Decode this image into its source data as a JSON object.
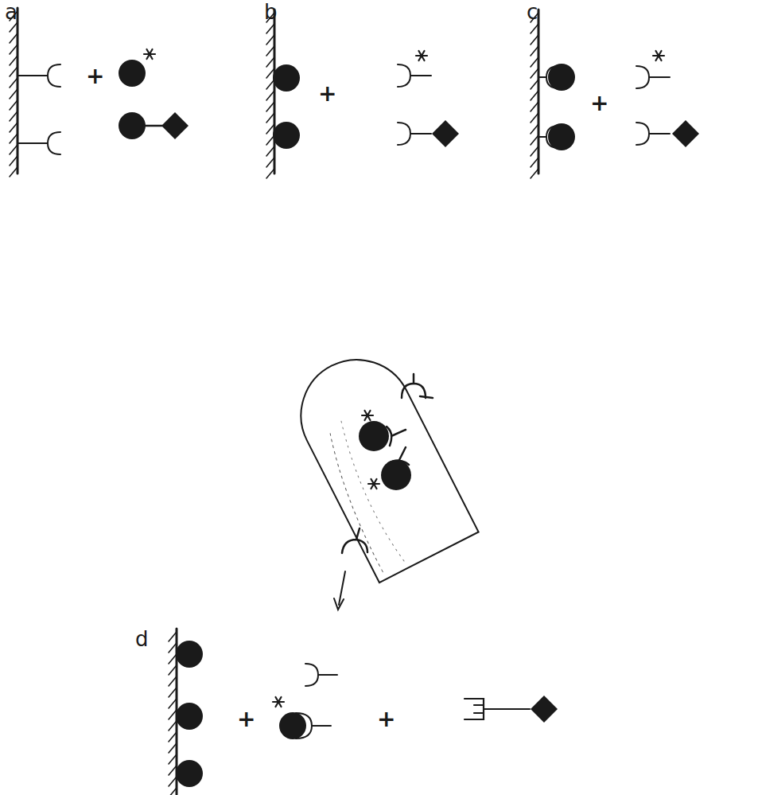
{
  "diagram": {
    "labels": [
      "a",
      "+",
      "b",
      "+",
      "c",
      "+",
      "d",
      "+",
      "+"
    ]
  }
}
